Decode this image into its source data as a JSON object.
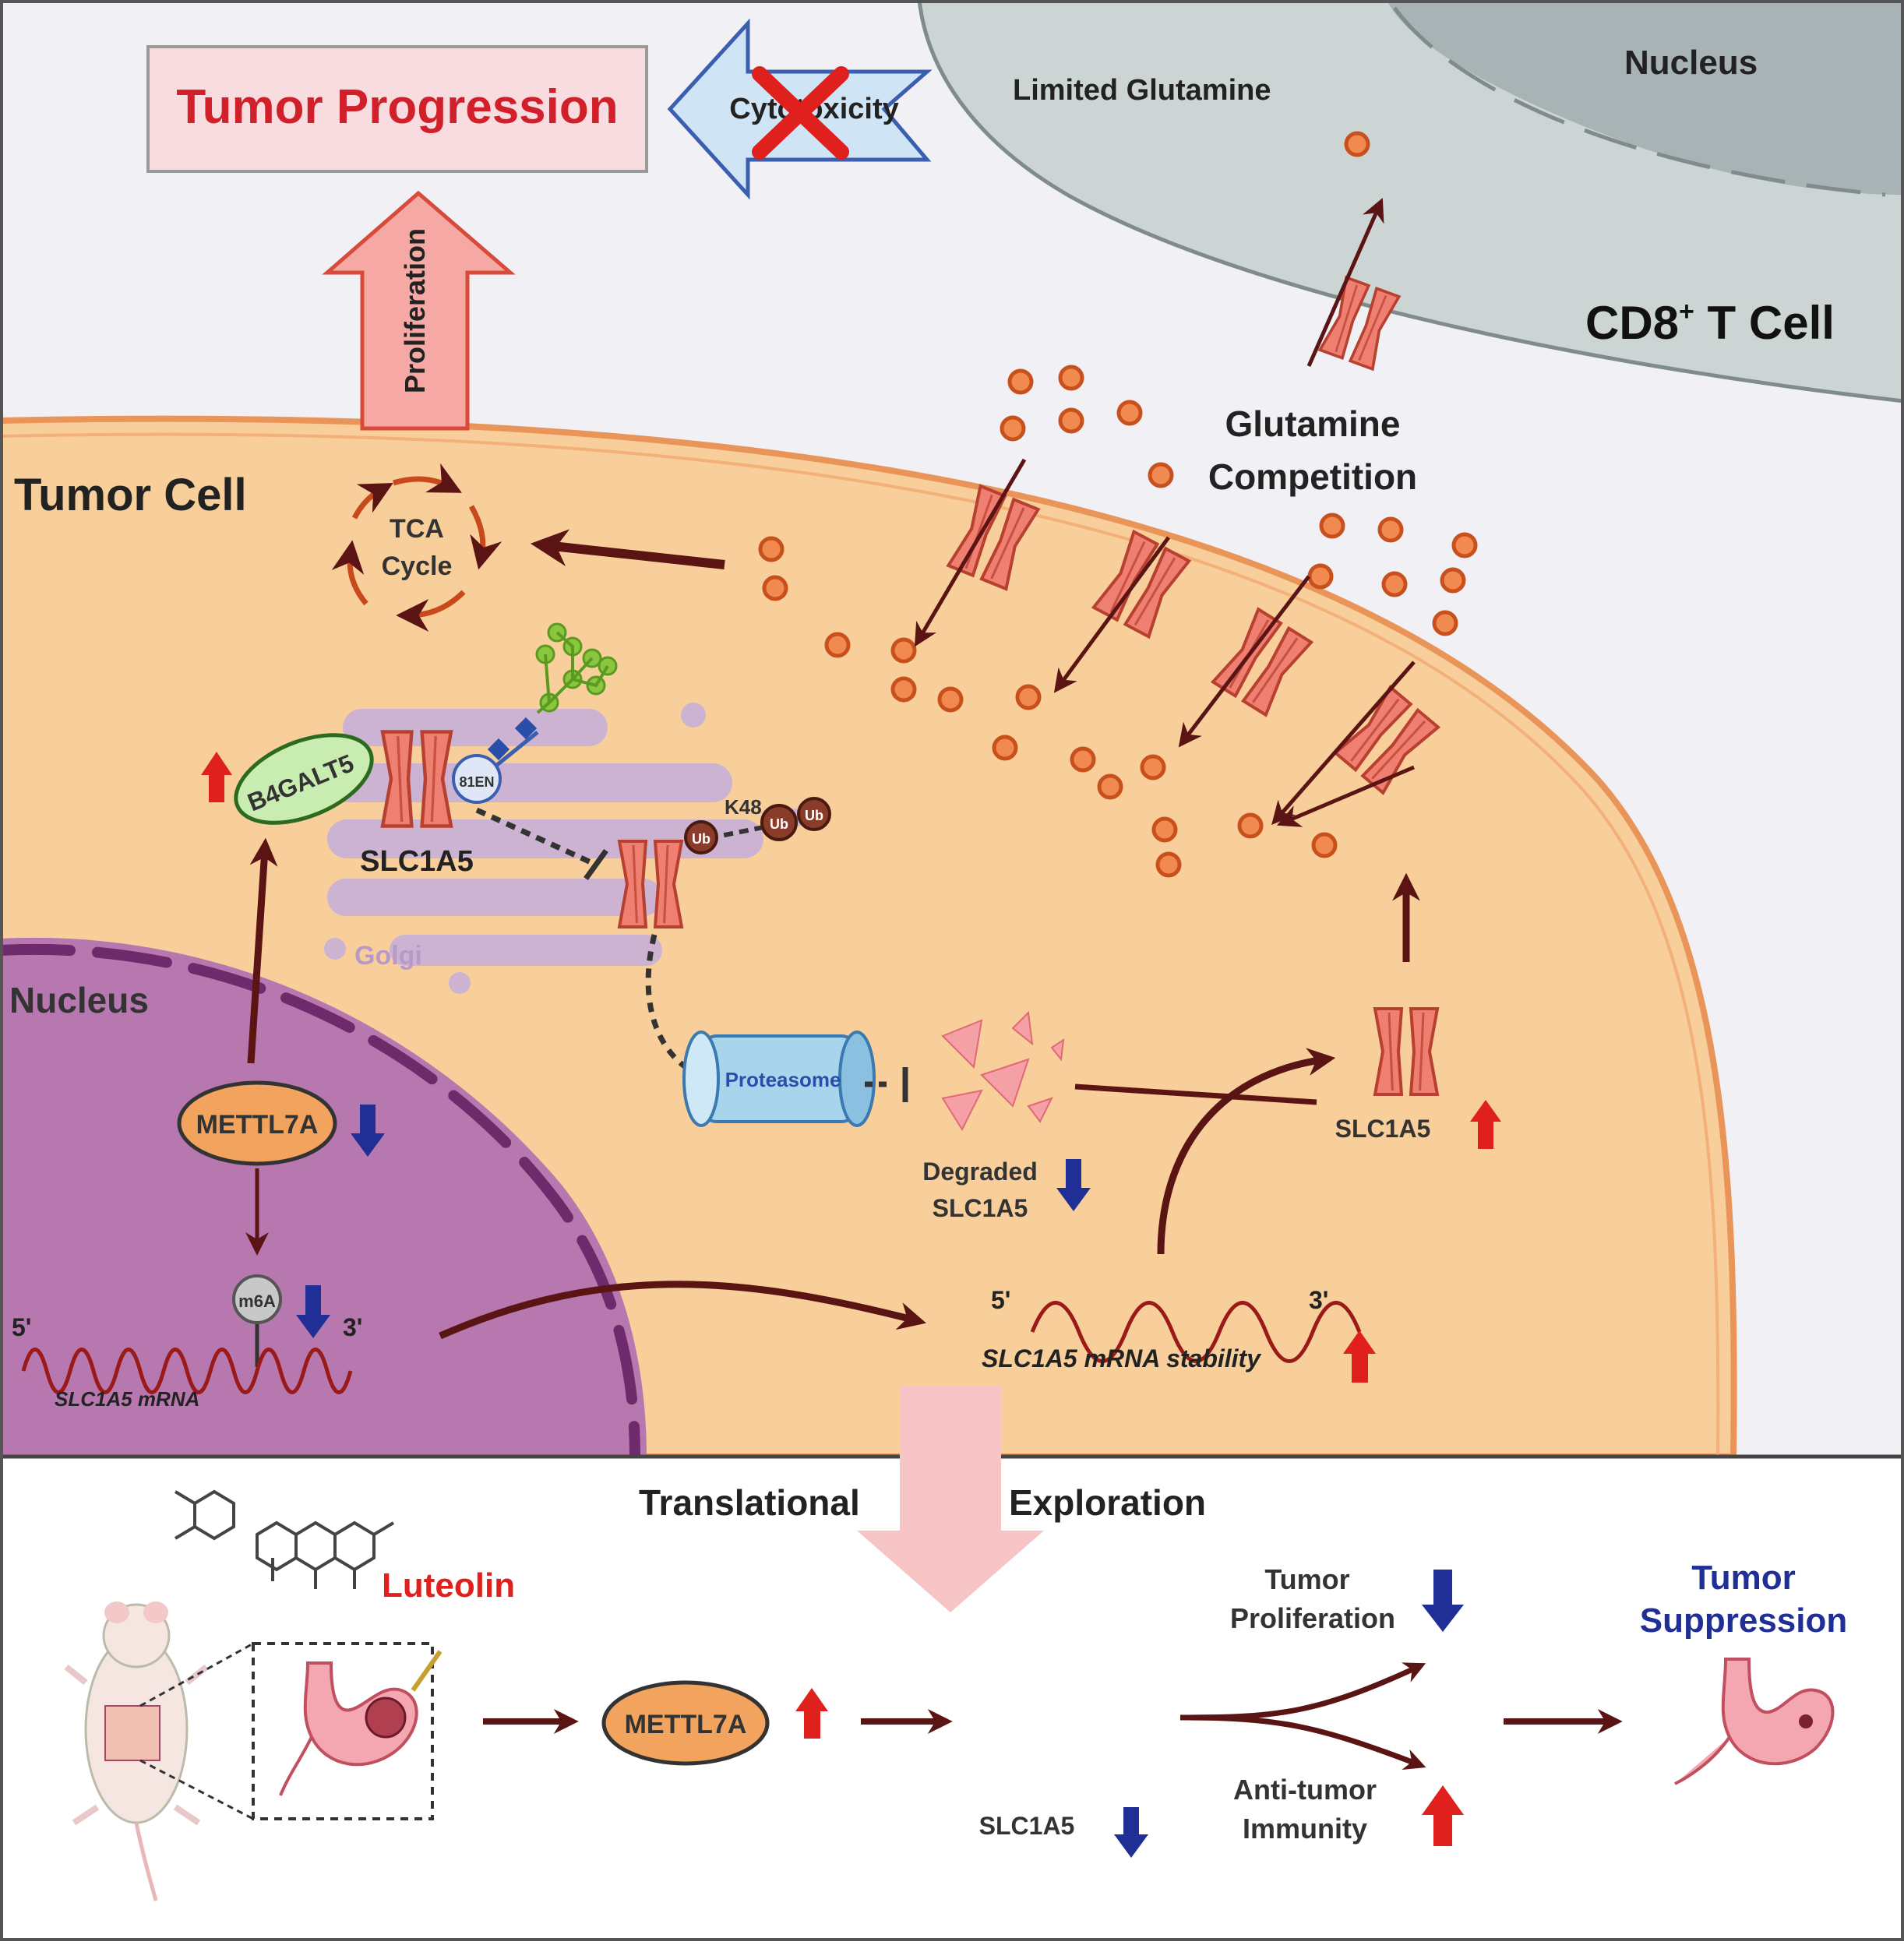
{
  "top": {
    "tumor_progression": "Tumor Progression",
    "cytotoxicity": "Cytotoxicity",
    "proliferation": "Proliferation",
    "limited_glutamine": "Limited  Glutamine",
    "tcell_nucleus": "Nucleus",
    "cd8_cell": "CD8",
    "cd8_sup": "+",
    "cd8_tail": " T Cell"
  },
  "tumor_cell": {
    "title": "Tumor Cell",
    "tca_line1": "TCA",
    "tca_line2": "Cycle",
    "glutamine_line1": "Glutamine",
    "glutamine_line2": "Competition",
    "b4galt5": "B4GALT5",
    "glycan_tag": "81EN",
    "slc1a5_golgi": "SLC1A5",
    "k48": "K48",
    "ub1": "Ub",
    "ub2": "Ub",
    "ub3": "Ub",
    "golgi": "Golgi",
    "proteasome": "Proteasome",
    "degraded_line1": "Degraded",
    "degraded_line2": "SLC1A5",
    "slc1a5_membrane": "SLC1A5",
    "nucleus": "Nucleus",
    "mettl7a": "METTL7A",
    "m6a": "m6A",
    "five_prime_a": "5'",
    "three_prime_a": "3'",
    "mrna_label": "SLC1A5 mRNA",
    "five_prime_b": "5'",
    "three_prime_b": "3'",
    "stability_label": "SLC1A5  mRNA stability"
  },
  "bottom": {
    "translational": "Translational",
    "exploration": "Exploration",
    "luteolin": "Luteolin",
    "mettl7a": "METTL7A",
    "slc1a5": "SLC1A5",
    "tumor_prolif_line1": "Tumor",
    "tumor_prolif_line2": "Proliferation",
    "anti_tumor_line1": "Anti-tumor",
    "anti_tumor_line2": "Immunity",
    "suppression_line1": "Tumor",
    "suppression_line2": "Suppression"
  },
  "colors": {
    "cytoplasm": "#f8cf9a",
    "membrane": "#e9955a",
    "nucleus_fill": "#b778b0",
    "tcell": "#cdd4d4",
    "transporter": "#ef7f70",
    "glutamine_dot": "#f08a50",
    "arrow_dark": "#5a1414",
    "up_red": "#e0201c",
    "down_blue": "#1f2f95",
    "golgi": "#c8b0d8",
    "b4galt5_fill": "#c9ecb0",
    "mettl7a_fill": "#f2a35e"
  }
}
